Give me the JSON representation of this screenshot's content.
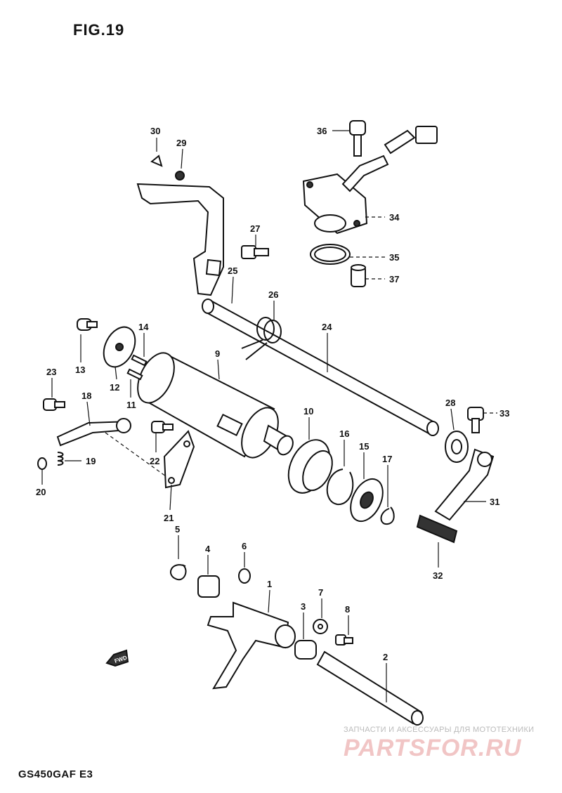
{
  "figure_title": "FIG.19",
  "model_code": "GS450GAF E3",
  "watermark": {
    "caption": "ЗАПЧАСТИ И АКСЕССУАРЫ ДЛЯ МОТОТЕХНИКИ",
    "logo_text": "PARTSFOR.RU"
  },
  "direction_label": "FWD",
  "callouts": [
    "1",
    "2",
    "3",
    "4",
    "5",
    "6",
    "7",
    "8",
    "9",
    "10",
    "11",
    "12",
    "13",
    "14",
    "15",
    "16",
    "17",
    "18",
    "19",
    "20",
    "21",
    "22",
    "23",
    "24",
    "25",
    "26",
    "27",
    "28",
    "29",
    "30",
    "31",
    "32",
    "33",
    "34",
    "35",
    "36",
    "37"
  ],
  "colors": {
    "ink": "#111111",
    "watermark": "#f1c5c5",
    "watermark_caption": "#bbbbbb"
  }
}
